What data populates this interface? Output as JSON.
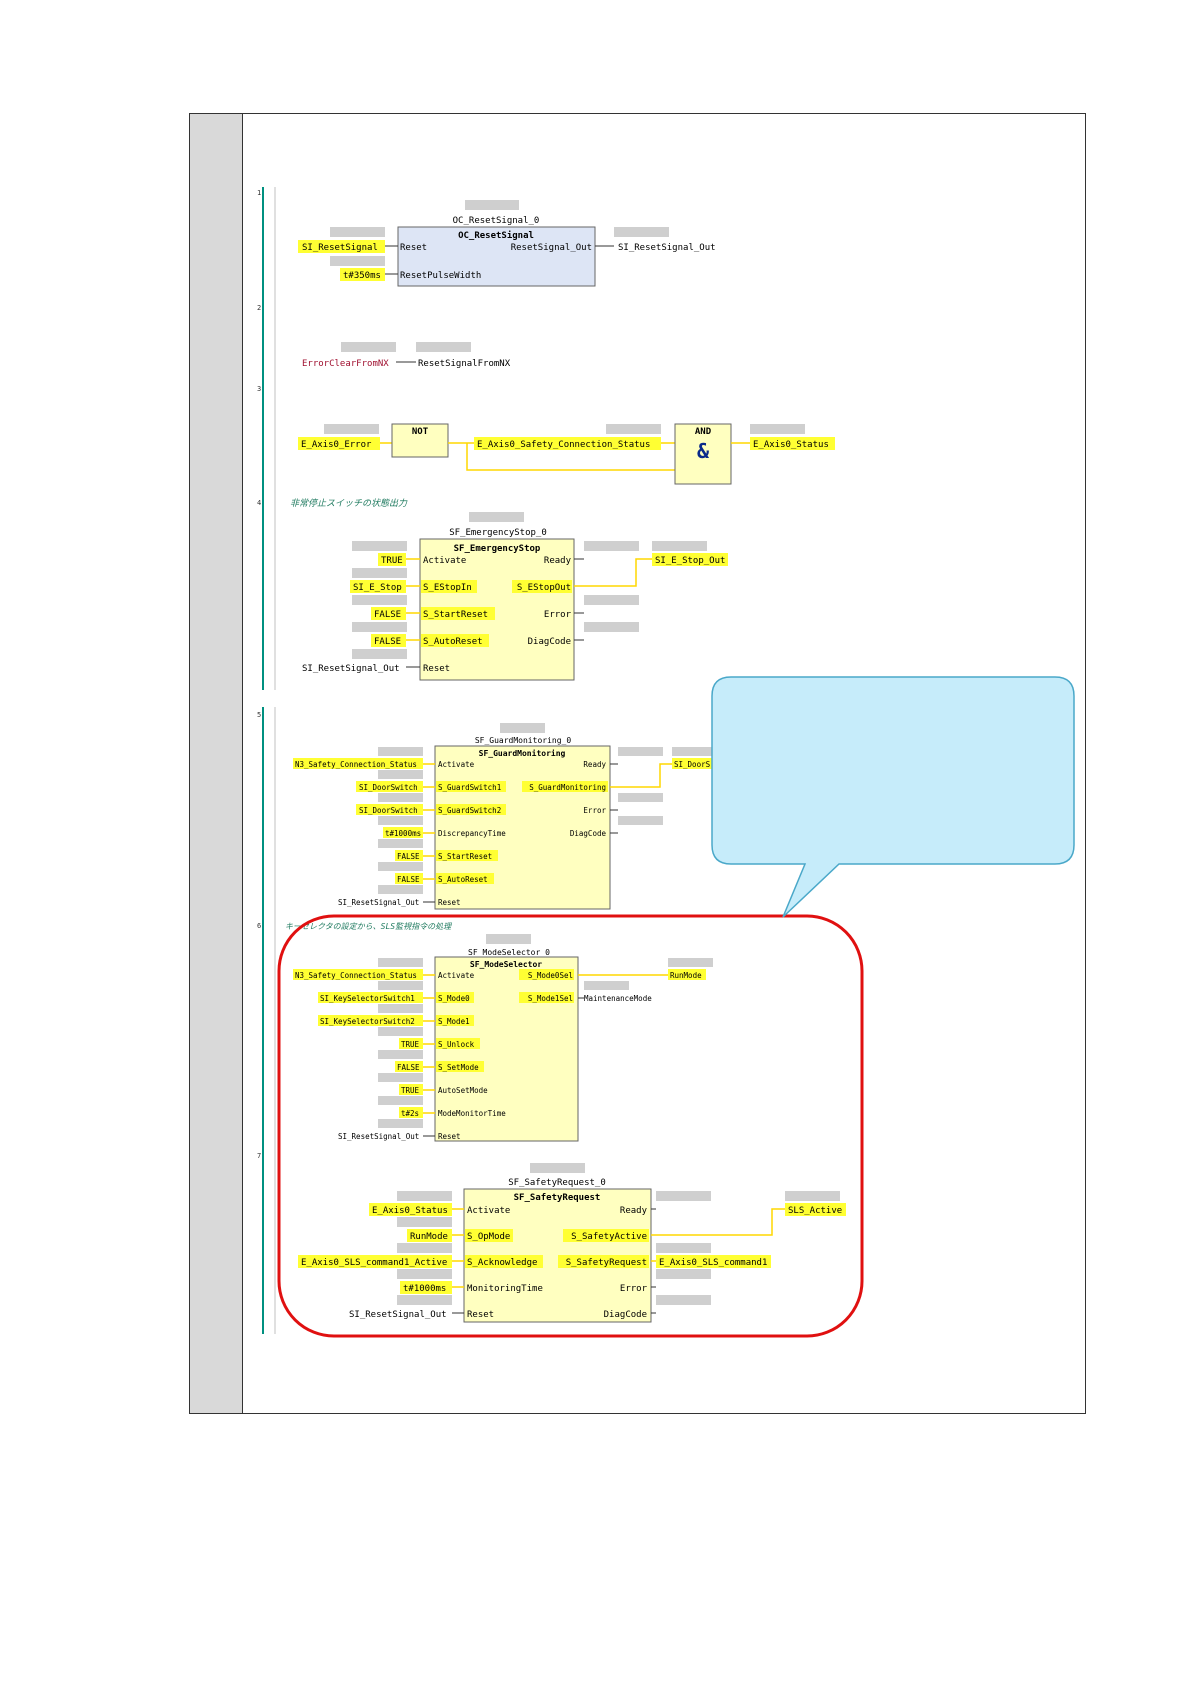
{
  "rungs": {
    "r1": {
      "number": "1",
      "instance": "OC_ResetSignal_0",
      "fb_type": "OC_ResetSignal",
      "in1_pin": "Reset",
      "in2_pin": "ResetPulseWidth",
      "out1_pin": "ResetSignal_Out",
      "in1_var": "SI_ResetSignal",
      "in2_var": "t#350ms",
      "out1_var": "SI_ResetSignal_Out"
    },
    "r2": {
      "number": "2",
      "source": "ErrorClearFromNX",
      "target": "ResetSignalFromNX"
    },
    "r3": {
      "number": "3",
      "in_var": "E_Axis0_Error",
      "not_label": "NOT",
      "in2_var": "E_Axis0_Safety_Connection_Status",
      "and_label": "AND",
      "and_symbol": "&",
      "out_var": "E_Axis0_Status"
    },
    "r4": {
      "number": "4",
      "comment": "非常停止スイッチの状態出力",
      "instance": "SF_EmergencyStop_0",
      "fb_type": "SF_EmergencyStop",
      "in_pins": [
        "Activate",
        "S_EStopIn",
        "S_StartReset",
        "S_AutoReset",
        "Reset"
      ],
      "in_vars": [
        "TRUE",
        "SI_E_Stop",
        "FALSE",
        "FALSE",
        "SI_ResetSignal_Out"
      ],
      "out_pins": [
        "Ready",
        "S_EStopOut",
        "Error",
        "DiagCode"
      ],
      "out_var": "SI_E_Stop_Out"
    },
    "r5": {
      "number": "5",
      "instance": "SF_GuardMonitoring_0",
      "fb_type": "SF_GuardMonitoring",
      "in_pins": [
        "Activate",
        "S_GuardSwitch1",
        "S_GuardSwitch2",
        "DiscrepancyTime",
        "S_StartReset",
        "S_AutoReset",
        "Reset"
      ],
      "in_vars": [
        "N3_Safety_Connection_Status",
        "SI_DoorSwitch",
        "SI_DoorSwitch",
        "t#1000ms",
        "FALSE",
        "FALSE",
        "SI_ResetSignal_Out"
      ],
      "out_pins": [
        "Ready",
        "S_GuardMonitoring",
        "Error",
        "DiagCode"
      ],
      "out_var": "SI_DoorS"
    },
    "r6": {
      "number": "6",
      "comment": "キーセレクタの設定から、SLS監視指令の処理",
      "instance": "SF_ModeSelector_0",
      "fb_type": "SF_ModeSelector",
      "in_pins": [
        "Activate",
        "S_Mode0",
        "S_Mode1",
        "S_Unlock",
        "S_SetMode",
        "AutoSetMode",
        "ModeMonitorTime",
        "Reset"
      ],
      "in_vars": [
        "N3_Safety_Connection_Status",
        "SI_KeySelectorSwitch1",
        "SI_KeySelectorSwitch2",
        "TRUE",
        "FALSE",
        "TRUE",
        "t#2s",
        "SI_ResetSignal_Out"
      ],
      "out_pins": [
        "S_Mode0Sel",
        "S_Mode1Sel"
      ],
      "out_vars": [
        "RunMode",
        "MaintenanceMode"
      ]
    },
    "r7": {
      "number": "7",
      "instance": "SF_SafetyRequest_0",
      "fb_type": "SF_SafetyRequest",
      "in_pins": [
        "Activate",
        "S_OpMode",
        "S_Acknowledge",
        "MonitoringTime",
        "Reset"
      ],
      "in_vars": [
        "E_Axis0_Status",
        "RunMode",
        "E_Axis0_SLS_command1_Active",
        "t#1000ms",
        "SI_ResetSignal_Out"
      ],
      "out_pins": [
        "Ready",
        "S_SafetyActive",
        "S_SafetyRequest",
        "Error",
        "DiagCode"
      ],
      "out_vars": [
        "SLS_Active",
        "E_Axis0_SLS_command1"
      ]
    }
  },
  "colors": {
    "highlight": "#ffff33",
    "fb_fill": "#ffffc0",
    "fb_fill_blue": "#dde5f5",
    "rail": "#009080",
    "callout": "#c6ecfa",
    "callout_border": "#4aa8c9",
    "emphasis": "#e01010"
  }
}
